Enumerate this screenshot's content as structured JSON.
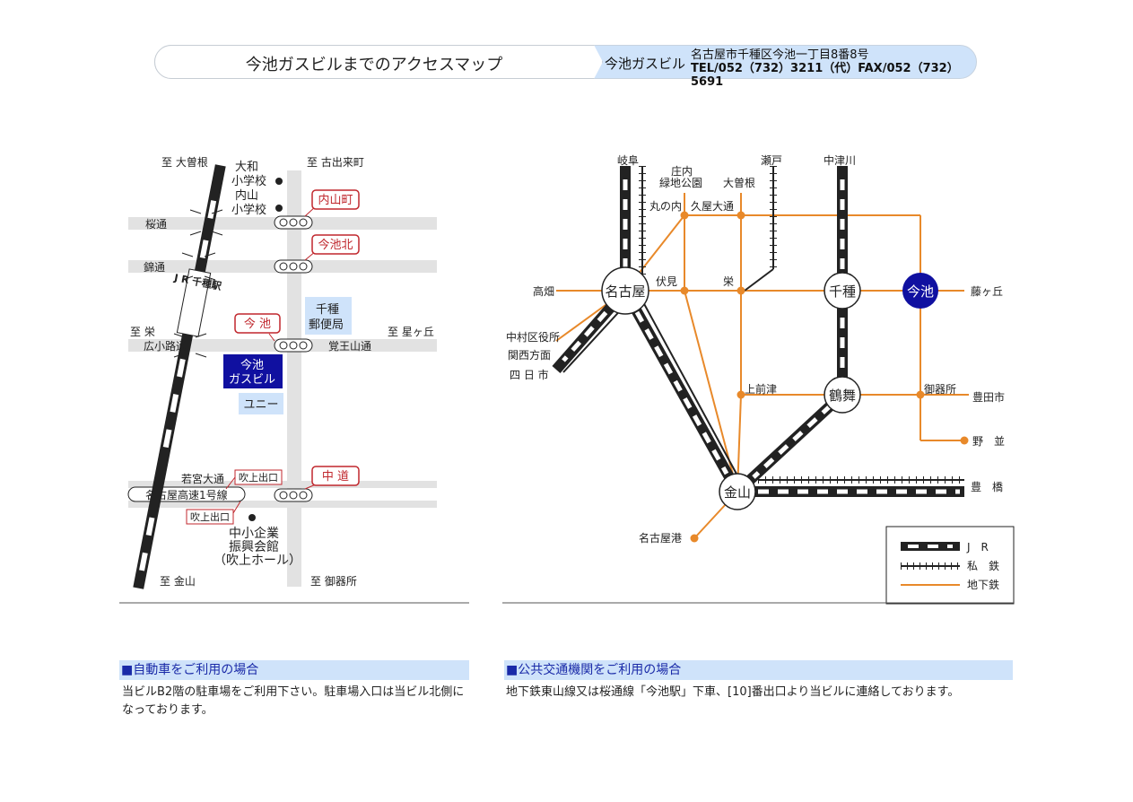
{
  "header": {
    "title": "今池ガスビルまでのアクセスマップ",
    "building_name": "今池ガスビル",
    "address": "名古屋市千種区今池一丁目8番8号",
    "tel_fax": "TEL/052（732）3211（代）FAX/052（732）5691"
  },
  "local_map": {
    "to_oozone": "至 大曽根",
    "to_kodekimachi": "至 古出来町",
    "to_sakae": "至 栄",
    "to_hoshigaoka": "至 星ヶ丘",
    "to_kanayama": "至 金山",
    "to_gokiso": "至 御器所",
    "sakura_dori": "桜通",
    "nishiki_dori": "錦通",
    "hirokoji_dori": "広小路通",
    "kakuozan_dori": "覚王山通",
    "wakamiya_odori": "若宮大通",
    "expressway": "名古屋高速1号線",
    "school1": "大和\n小学校",
    "school2": "内山\n小学校",
    "signal_uchiyamacho": "内山町",
    "signal_imaikekita": "今池北",
    "signal_imaike": "今 池",
    "signal_nakamichi": "中 道",
    "jr_station": "J R 千種駅",
    "post_office": "千種\n郵便局",
    "target_building": "今池\nガスビル",
    "uny": "ユニー",
    "exit_north": "吹上出口",
    "exit_south": "吹上出口",
    "hall": "中小企業\n振興会館\n（吹上ホール）"
  },
  "route_map": {
    "gifu": "岐阜",
    "shonai": "庄内\n緑地公園",
    "oozone": "大曽根",
    "seto": "瀬戸",
    "nakatsugawa": "中津川",
    "marunouchi": "丸の内",
    "hisaya": "久屋大通",
    "takabata": "高畑",
    "nagoya": "名古屋",
    "fushimi": "伏見",
    "sakae": "栄",
    "chikusa": "千種",
    "imaike": "今池",
    "fujigaoka": "藤ヶ丘",
    "nakamura": "中村区役所",
    "kansai": "関西方面",
    "yokkaichi": "四 日 市",
    "kamimaezu": "上前津",
    "tsurumai": "鶴舞",
    "gokiso": "御器所",
    "toyota": "豊田市",
    "yagoto": "野　並",
    "kanayama": "金山",
    "toyohashi": "豊　橋",
    "nagoyako": "名古屋港",
    "legend_jr": "J　R",
    "legend_private": "私　鉄",
    "legend_subway": "地下鉄"
  },
  "car": {
    "heading": "自動車をご利用の場合",
    "text": "当ビルB2階の駐車場をご利用下さい。駐車場入口は当ビル北側になっております。"
  },
  "transit": {
    "heading": "公共交通機関をご利用の場合",
    "text": "地下鉄東山線又は桜通線「今池駅」下車、[10]番出口より当ビルに連絡しております。"
  },
  "colors": {
    "subway_orange": "#e8892a",
    "target_blue": "#1010a0",
    "signal_red": "#c0272d",
    "light_blue": "#cfe3fa"
  }
}
